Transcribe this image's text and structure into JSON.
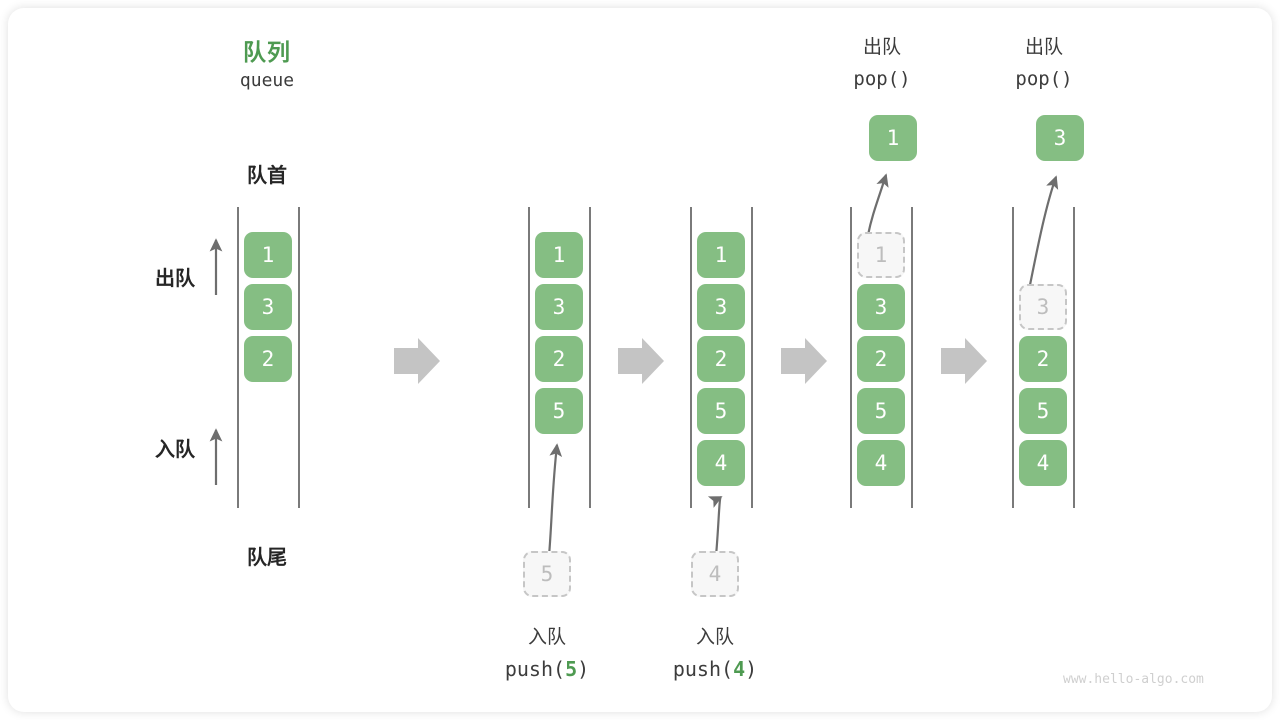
{
  "diagram": {
    "title_cn": "队列",
    "title_en": "queue",
    "front_label": "队首",
    "rear_label": "队尾",
    "dequeue_side_label": "出队",
    "enqueue_side_label": "入队",
    "watermark": "www.hello-algo.com",
    "colors": {
      "accent_green": "#4E9A51",
      "cell_green": "#85BE83",
      "ghost_fill": "#F7F7F7",
      "ghost_border": "#C6C6C6",
      "rail": "#595959",
      "step_arrow": "#C4C4C4",
      "text": "#3C3C3C"
    },
    "steps": [
      {
        "id": "step-1",
        "header_cn": "队列",
        "header_code": "queue",
        "cells": [
          {
            "value": "1",
            "state": "filled"
          },
          {
            "value": "3",
            "state": "filled"
          },
          {
            "value": "2",
            "state": "filled"
          }
        ]
      },
      {
        "id": "step-2",
        "caption_cn": "入队",
        "caption_code_prefix": "push(",
        "caption_code_num": "5",
        "caption_code_suffix": ")",
        "incoming_value": "5",
        "cells": [
          {
            "value": "1",
            "state": "filled"
          },
          {
            "value": "3",
            "state": "filled"
          },
          {
            "value": "2",
            "state": "filled"
          },
          {
            "value": "5",
            "state": "filled"
          }
        ]
      },
      {
        "id": "step-3",
        "caption_cn": "入队",
        "caption_code_prefix": "push(",
        "caption_code_num": "4",
        "caption_code_suffix": ")",
        "incoming_value": "4",
        "cells": [
          {
            "value": "1",
            "state": "filled"
          },
          {
            "value": "3",
            "state": "filled"
          },
          {
            "value": "2",
            "state": "filled"
          },
          {
            "value": "5",
            "state": "filled"
          },
          {
            "value": "4",
            "state": "filled"
          }
        ]
      },
      {
        "id": "step-4",
        "header_cn": "出队",
        "header_code": "pop()",
        "popped_value": "1",
        "cells": [
          {
            "value": "1",
            "state": "ghost"
          },
          {
            "value": "3",
            "state": "filled"
          },
          {
            "value": "2",
            "state": "filled"
          },
          {
            "value": "5",
            "state": "filled"
          },
          {
            "value": "4",
            "state": "filled"
          }
        ]
      },
      {
        "id": "step-5",
        "header_cn": "出队",
        "header_code": "pop()",
        "popped_value": "3",
        "cells": [
          {
            "value": "3",
            "state": "ghost"
          },
          {
            "value": "2",
            "state": "filled"
          },
          {
            "value": "5",
            "state": "filled"
          },
          {
            "value": "4",
            "state": "filled"
          }
        ]
      }
    ]
  }
}
